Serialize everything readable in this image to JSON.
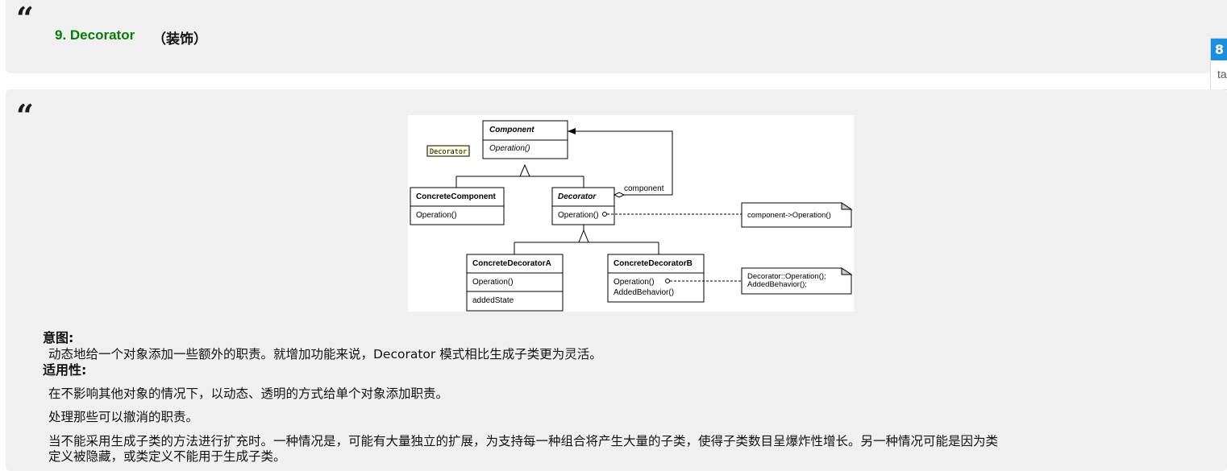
{
  "top_quote": {
    "quote_mark": "“",
    "title_link": "9. Decorator",
    "title_cn": "（装饰）"
  },
  "side_widget": {
    "tab_glyph": "8",
    "text": "ta"
  },
  "main_quote": {
    "quote_mark": "“"
  },
  "diagram": {
    "tag": "Decorator",
    "component": {
      "name": "Component",
      "op": "Operation()"
    },
    "concrete_component": {
      "name": "ConcreteComponent",
      "op": "Operation()"
    },
    "decorator": {
      "name": "Decorator",
      "op": "Operation()"
    },
    "assoc_label": "component",
    "note1": "component->Operation()",
    "concrete_a": {
      "name": "ConcreteDecoratorA",
      "op": "Operation()",
      "state": "addedState"
    },
    "concrete_b": {
      "name": "ConcreteDecoratorB",
      "op": "Operation()",
      "behavior": "AddedBehavior()"
    },
    "note2_line1": "Decorator::Operation();",
    "note2_line2": "AddedBehavior();"
  },
  "content": {
    "intent_label": "意图:",
    "intent_text": "动态地给一个对象添加一些额外的职责。就增加功能来说，Decorator 模式相比生成子类更为灵活。",
    "applicability_label": "适用性:",
    "app1": "在不影响其他对象的情况下，以动态、透明的方式给单个对象添加职责。",
    "app2": "处理那些可以撤消的职责。",
    "app3_line1": "当不能采用生成子类的方法进行扩充时。一种情况是，可能有大量独立的扩展，为支持每一种组合将产生大量的子类，使得子类数目呈爆炸性增长。另一种情况可能是因为类",
    "app3_line2": "定义被隐藏，或类定义不能用于生成子类。"
  }
}
